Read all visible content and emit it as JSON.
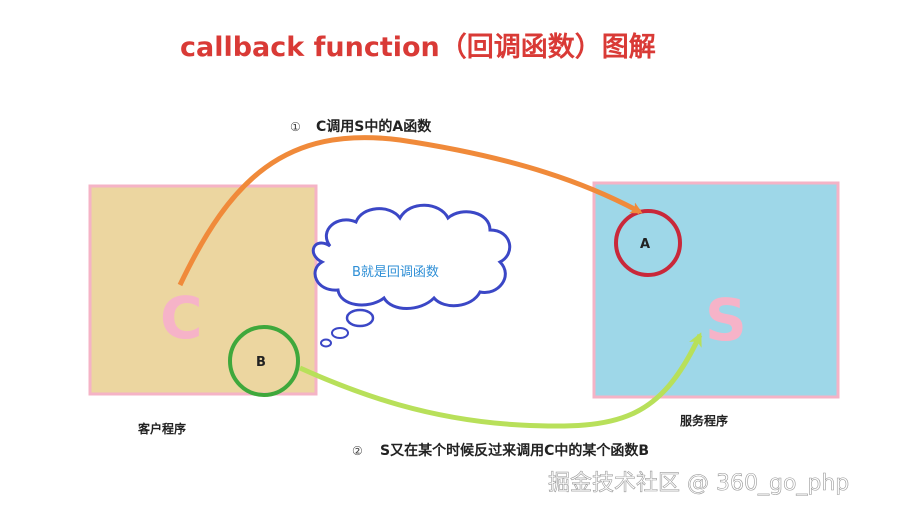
{
  "title": "callback function（回调函数）图解",
  "step1": {
    "number": "①",
    "label": "C调用S中的A函数"
  },
  "step2": {
    "number": "②",
    "label": "S又在某个时候反过来调用C中的某个函数B"
  },
  "client": {
    "letter": "C",
    "caption": "客户程序",
    "inner_letter": "B"
  },
  "server": {
    "letter": "S",
    "caption": "服务程序",
    "inner_letter": "A"
  },
  "cloud_text": "B就是回调函数",
  "watermark": "掘金技术社区 @ 360_go_php",
  "colors": {
    "title": "#d93a36",
    "client_fill": "#ecd6a0",
    "client_border": "#f5b3c6",
    "server_fill": "#9ed7e8",
    "server_border": "#f5b3c6",
    "box_letter": "#f6b3c8",
    "circle_a": "#c9283a",
    "circle_b": "#3fa83c",
    "arrow_top": "#f08a3a",
    "arrow_bottom": "#b8e05a",
    "cloud_stroke": "#3b47c6",
    "cloud_text": "#2f8fd6",
    "text": "#222222",
    "watermark": "#ffffff"
  }
}
